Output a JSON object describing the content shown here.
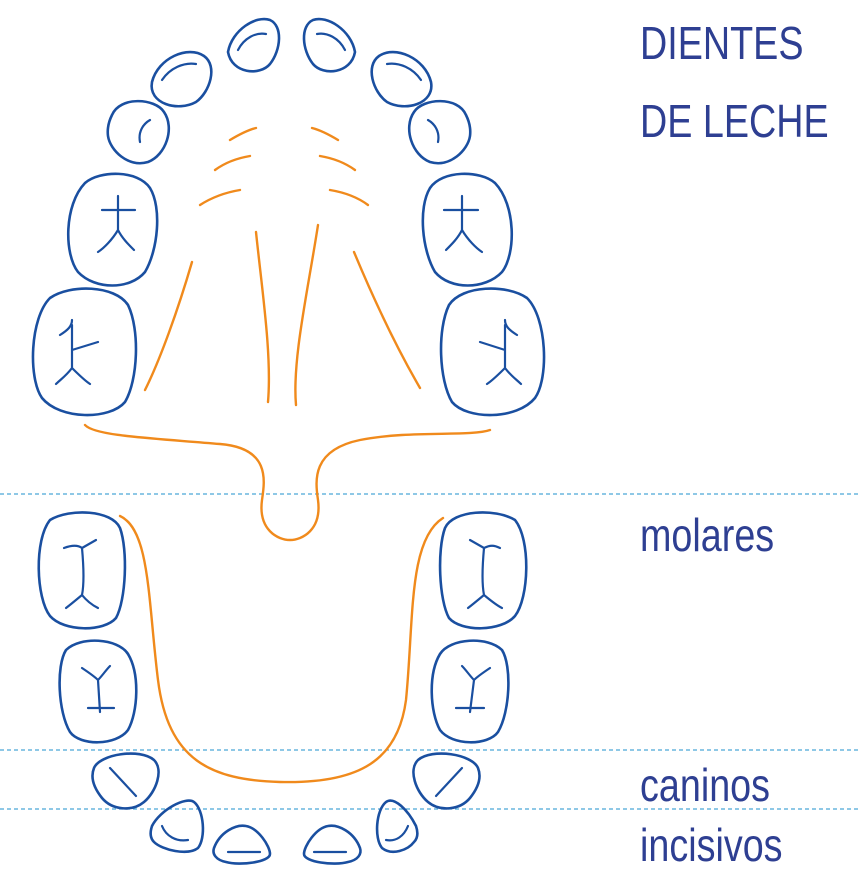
{
  "title": {
    "line1": "DIENTES",
    "line2": "DE LECHE"
  },
  "labels": {
    "molares": "molares",
    "caninos": "caninos",
    "incisivos": "incisivos"
  },
  "colors": {
    "tooth": "#1a4fa0",
    "palate": "#f08a1c",
    "text": "#2e3f92",
    "guide": "#4aa6d6"
  }
}
